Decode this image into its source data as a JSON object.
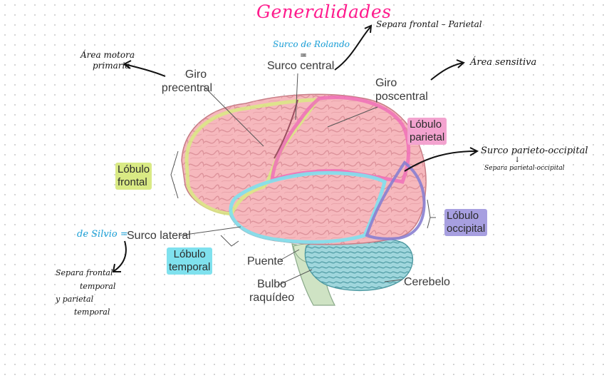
{
  "title": "Generalidades",
  "notes": {
    "rolando": "Surco de Rolando",
    "equiv": "=",
    "fp": "Separa frontal – Parietal",
    "motor_1": "Área motora",
    "motor_2": "primaria",
    "sens": "Área sensitiva",
    "po_title": "Surco parieto-occipital",
    "po_arrow": "↓",
    "po_sub": "Separa parietal-occipital",
    "silvio": "de Silvio =",
    "sep_1": "Separa frontal",
    "sep_2": "temporal",
    "sep_3": "y parietal",
    "sep_4": "temporal"
  },
  "labels": {
    "giro_pre_1": "Giro",
    "giro_pre_2": "precentral",
    "surco_central": "Surco central",
    "giro_pos_1": "Giro",
    "giro_pos_2": "poscentral",
    "lob_frontal_1": "Lóbulo",
    "lob_frontal_2": "frontal",
    "lob_parietal_1": "Lóbulo",
    "lob_parietal_2": "parietal",
    "lob_occipital_1": "Lóbulo",
    "lob_occipital_2": "occipital",
    "surco_lateral": "Surco lateral",
    "lob_temporal_1": "Lóbulo",
    "lob_temporal_2": "temporal",
    "puente": "Puente",
    "bulbo_1": "Bulbo",
    "bulbo_2": "raquídeo",
    "cerebelo": "Cerebelo"
  },
  "colors": {
    "title": "#ff1b8d",
    "frontal": "#d9ea84",
    "parietal": "#f070b8",
    "temporal": "#7fe1ee",
    "occipital": "#8a7fd0",
    "brain": "#f6b8bd",
    "cerebellum": "#7cc5cc"
  }
}
